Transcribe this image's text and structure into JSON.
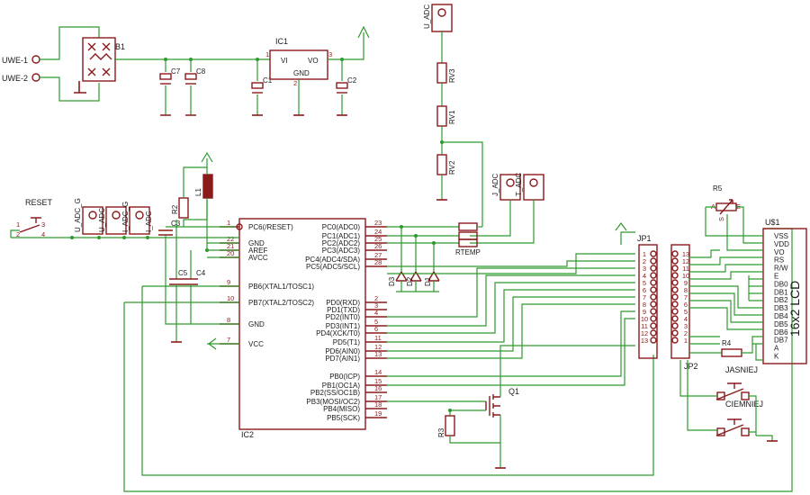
{
  "power": {
    "uwe1": "UWE-1",
    "uwe2": "UWE-2",
    "b1": "B1",
    "c7": "C7",
    "c8": "C8",
    "c1": "C1",
    "c2": "C2",
    "ic1": "IC1",
    "vi": "VI",
    "vo": "VO",
    "gnd": "GND",
    "pin1": "1",
    "pin2": "2",
    "pin3": "3",
    "plus": "+"
  },
  "adc_chain": {
    "u_adc_top": "U_ADC",
    "rv3": "RV3",
    "rv1": "RV1",
    "rv2": "RV2"
  },
  "jacks": {
    "j_adc": "J_ADC",
    "t_adc": "T_ADC",
    "u_adc_g": "U_ADC_G",
    "u_adc": "U_ADC",
    "i_adc_g": "I_ADC_G",
    "i_adc": "I_ADC"
  },
  "reset": {
    "label": "RESET",
    "p1": "1",
    "p2": "2",
    "p3": "3",
    "p4": "4"
  },
  "passives": {
    "r2": "R2",
    "l1": "L1",
    "c3": "C3",
    "c4": "C4",
    "c5": "C5",
    "r3": "R3",
    "q1": "Q1",
    "rtemp": "RTEMP",
    "r4": "R4",
    "r5": "R5",
    "d1": "D1",
    "d2": "D2",
    "d3": "D3",
    "a": "A",
    "e": "E",
    "s": "S"
  },
  "ic2": {
    "name": "IC2",
    "left": [
      {
        "num": "1",
        "label": "PC6(/RESET)"
      },
      {
        "num": "22",
        "label": "GND"
      },
      {
        "num": "21",
        "label": "AREF"
      },
      {
        "num": "20",
        "label": "AVCC"
      },
      {
        "num": "9",
        "label": "PB6(XTAL1/TOSC1)"
      },
      {
        "num": "10",
        "label": "PB7(XTAL2/TOSC2)"
      },
      {
        "num": "8",
        "label": "GND"
      },
      {
        "num": "7",
        "label": "VCC"
      }
    ],
    "right": [
      {
        "num": "23",
        "label": "PC0(ADC0)"
      },
      {
        "num": "24",
        "label": "PC1(ADC1)"
      },
      {
        "num": "25",
        "label": "PC2(ADC2)"
      },
      {
        "num": "26",
        "label": "PC3(ADC3)"
      },
      {
        "num": "27",
        "label": "PC4(ADC4/SDA)"
      },
      {
        "num": "28",
        "label": "PC5(ADC5/SCL)"
      },
      {
        "num": "2",
        "label": "PD0(RXD)"
      },
      {
        "num": "3",
        "label": "PD1(TXD)"
      },
      {
        "num": "4",
        "label": "PD2(INT0)"
      },
      {
        "num": "5",
        "label": "PD3(INT1)"
      },
      {
        "num": "6",
        "label": "PD4(XCK/T0)"
      },
      {
        "num": "11",
        "label": "PD5(T1)"
      },
      {
        "num": "12",
        "label": "PD6(AIN0)"
      },
      {
        "num": "13",
        "label": "PD7(AIN1)"
      },
      {
        "num": "14",
        "label": "PB0(ICP)"
      },
      {
        "num": "15",
        "label": "PB1(OC1A)"
      },
      {
        "num": "16",
        "label": "PB2(SS/OC1B)"
      },
      {
        "num": "17",
        "label": "PB3(MOSI/OC2)"
      },
      {
        "num": "18",
        "label": "PB4(MISO)"
      },
      {
        "num": "19",
        "label": "PB5(SCK)"
      }
    ]
  },
  "jp1": {
    "name": "JP1",
    "pins": [
      "1",
      "2",
      "3",
      "4",
      "5",
      "6",
      "7",
      "8",
      "9",
      "10",
      "11",
      "12",
      "13"
    ]
  },
  "jp2": {
    "name": "JP2",
    "pins": [
      "13",
      "12",
      "11",
      "10",
      "9",
      "8",
      "7",
      "6",
      "5",
      "4",
      "3",
      "2",
      "1"
    ]
  },
  "lcd": {
    "name": "U$1",
    "title": "16x2 LCD",
    "pins": [
      "VSS",
      "VDD",
      "VO",
      "RS",
      "R/W",
      "E",
      "DB0",
      "DB1",
      "DB2",
      "DB3",
      "DB4",
      "DB5",
      "DB6",
      "DB7",
      "A",
      "K"
    ]
  },
  "buttons": {
    "jasniej": "JASNIEJ",
    "ciemniej": "CIEMNIEJ"
  }
}
